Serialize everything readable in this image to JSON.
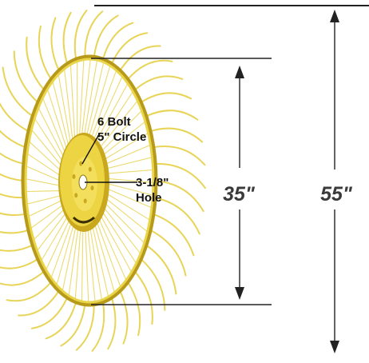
{
  "diagram": {
    "callout_bolt": [
      "6 Bolt",
      "5\" Circle"
    ],
    "callout_hole": [
      "3-1/8\"",
      "Hole"
    ],
    "dim_inner": "35\"",
    "dim_outer": "55\""
  },
  "colors": {
    "rim": "#e2cc3c",
    "rim_dark": "#b89a1a",
    "tine": "#e8d457",
    "hub": "#ecd443",
    "hub_dark": "#c9a81e",
    "dim_line": "#222222"
  },
  "icons": {
    "rake_wheel": "rake-wheel-illustration",
    "arrow_up": "arrow-up-icon",
    "arrow_down": "arrow-down-icon"
  }
}
